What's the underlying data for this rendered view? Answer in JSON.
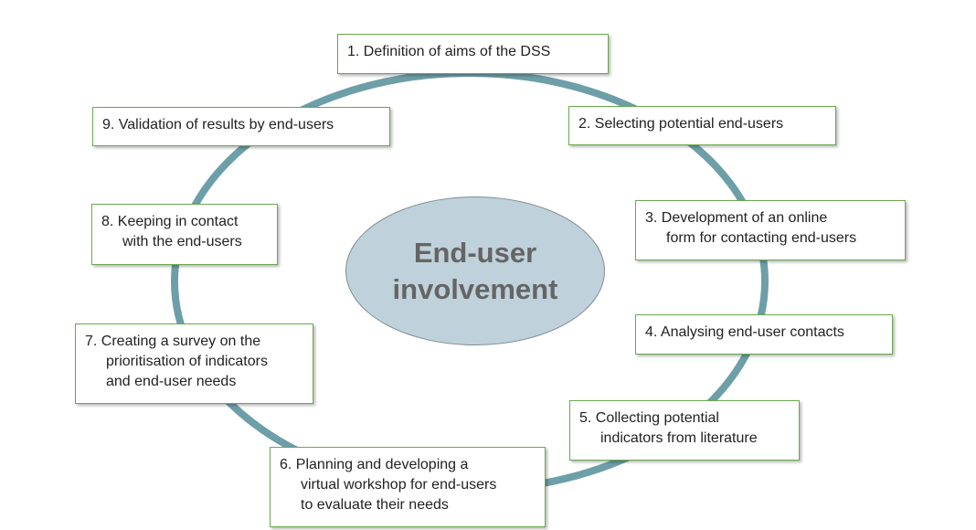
{
  "diagram": {
    "center": {
      "line1": "End-user",
      "line2": "involvement"
    },
    "ring_color": "#6d9fa8",
    "box_border_color": "#6aa84f",
    "center_fill_color": "#bfd1da",
    "steps": [
      {
        "lines": [
          "1. Definition of aims of the DSS"
        ]
      },
      {
        "lines": [
          "2. Selecting potential end-users"
        ]
      },
      {
        "lines": [
          "3. Development of an online",
          "form for contacting end-users"
        ]
      },
      {
        "lines": [
          "4. Analysing end-user contacts"
        ]
      },
      {
        "lines": [
          "5. Collecting potential",
          "indicators from literature"
        ]
      },
      {
        "lines": [
          "6. Planning and developing a",
          "virtual workshop for end-users",
          "to evaluate their needs"
        ]
      },
      {
        "lines": [
          "7. Creating a survey on the",
          "prioritisation of indicators",
          "and end-user needs"
        ]
      },
      {
        "lines": [
          "8. Keeping in contact",
          "with the end-users"
        ]
      },
      {
        "lines": [
          "9. Validation of results by end-users"
        ]
      }
    ]
  }
}
